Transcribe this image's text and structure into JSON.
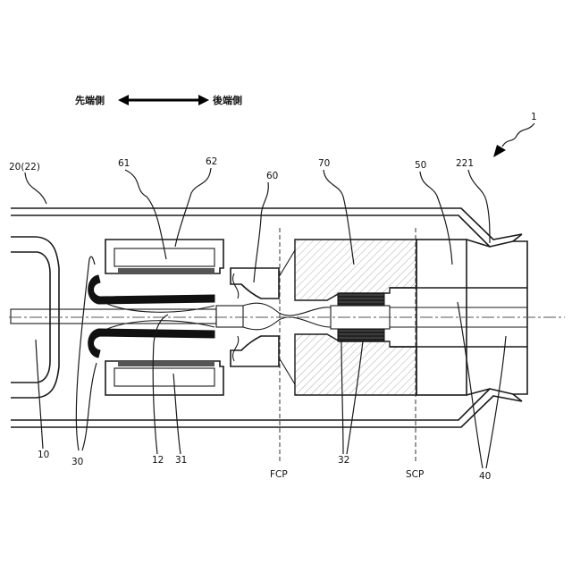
{
  "direction": {
    "left_label": "先端側",
    "right_label": "後端側"
  },
  "labels": {
    "ref_1": "1",
    "ref_20_22": "20(22)",
    "ref_61": "61",
    "ref_62": "62",
    "ref_60": "60",
    "ref_70": "70",
    "ref_50": "50",
    "ref_221": "221",
    "ref_10": "10",
    "ref_30": "30",
    "ref_12": "12",
    "ref_31": "31",
    "ref_fcp": "FCP",
    "ref_32": "32",
    "ref_scp": "SCP",
    "ref_40": "40"
  },
  "colors": {
    "line": "#1a1a1a",
    "hatch": "#9a9a9a",
    "dark_fill": "#222222"
  }
}
